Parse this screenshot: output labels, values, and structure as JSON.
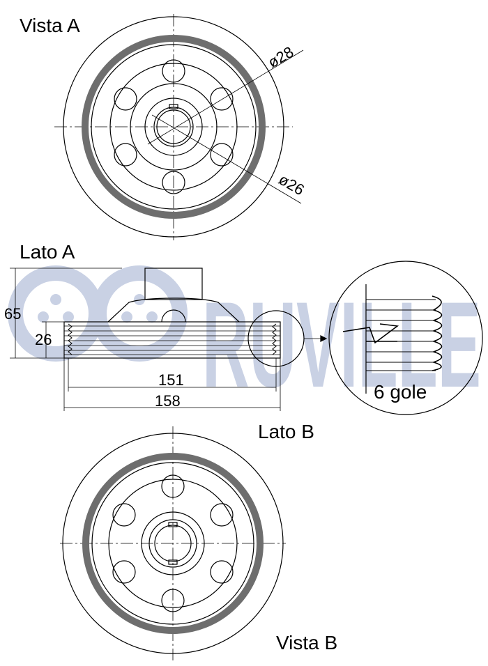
{
  "watermark": {
    "text": "RUVILLE",
    "color": "#c9d1e4"
  },
  "views": {
    "vista_a": "Vista A",
    "lato_a": "Lato A",
    "lato_b": "Lato B",
    "vista_b": "Vista B"
  },
  "dimensions": {
    "dia_28": "ø28",
    "dia_26": "ø26",
    "height_total": "65",
    "height_belt": "26",
    "width_inner": "151",
    "width_outer": "158"
  },
  "detail": {
    "grooves": "6 gole"
  },
  "colors": {
    "line": "#000000",
    "ring": "#6e6e6e",
    "watermark": "#c9d1e4"
  }
}
